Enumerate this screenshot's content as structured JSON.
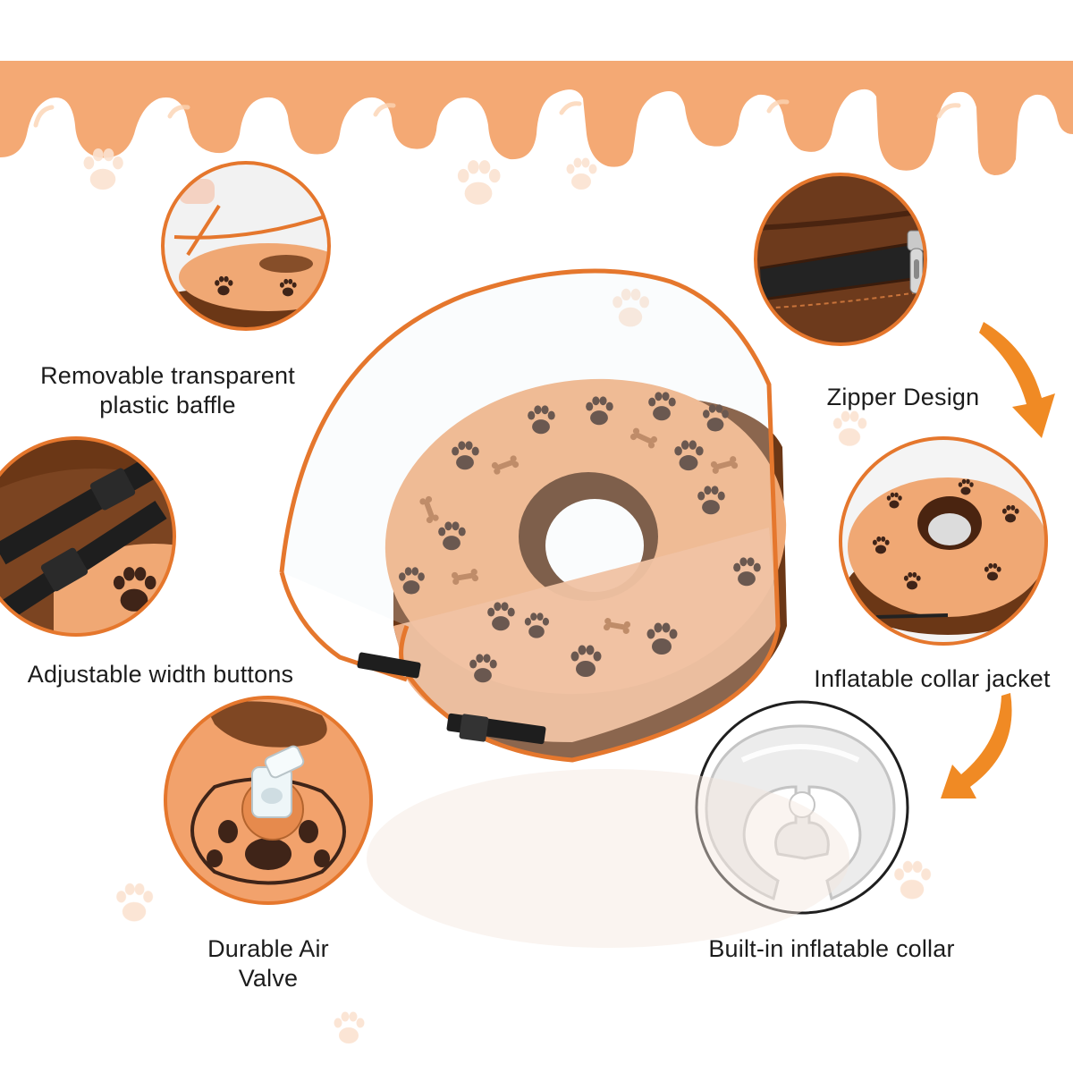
{
  "colors": {
    "drip": "#f4a974",
    "drip_highlight": "#fbd3b3",
    "ring_border": "#e5772d",
    "fabric_orange": "#f0a874",
    "fabric_brown": "#6b3716",
    "paw_dark": "#3f2418",
    "arrow": "#f08a24"
  },
  "features": [
    {
      "name": "transparent-baffle",
      "icon": "clear-cone-baffle-icon",
      "lines": [
        "Removable transparent",
        "plastic baffle"
      ]
    },
    {
      "name": "zipper",
      "icon": "zipper-icon",
      "lines": [
        "Zipper Design"
      ]
    },
    {
      "name": "width-buttons",
      "icon": "buckle-strap-icon",
      "lines": [
        "Adjustable width buttons"
      ]
    },
    {
      "name": "collar-jacket",
      "icon": "collar-jacket-icon",
      "lines": [
        "Inflatable collar jacket"
      ]
    },
    {
      "name": "air-valve",
      "icon": "air-valve-icon",
      "lines": [
        "Durable Air",
        "Valve"
      ]
    },
    {
      "name": "inflatable-collar",
      "icon": "inflatable-ring-icon",
      "lines": [
        "Built-in inflatable collar"
      ]
    }
  ]
}
